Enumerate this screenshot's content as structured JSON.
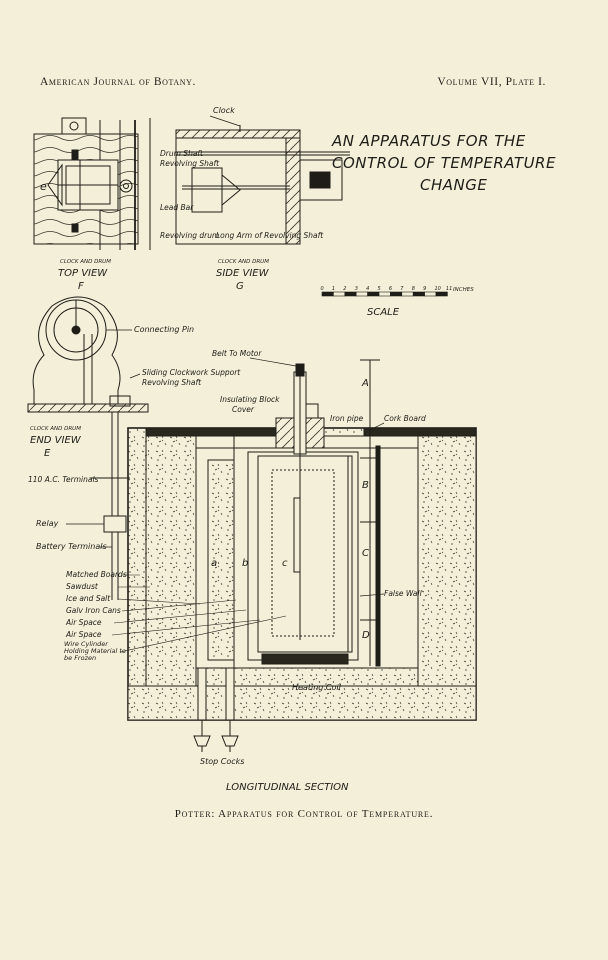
{
  "header": {
    "journal": "American Journal of Botany.",
    "volume": "Volume VII, Plate I."
  },
  "title_lines": [
    "AN APPARATUS FOR THE",
    "CONTROL OF TEMPERATURE",
    "CHANGE"
  ],
  "views": {
    "top": {
      "small": "CLOCK AND DRUM",
      "name": "TOP VIEW",
      "letter": "F"
    },
    "side": {
      "small": "CLOCK AND DRUM",
      "name": "SIDE VIEW",
      "letter": "G"
    },
    "end": {
      "small": "CLOCK AND DRUM",
      "name": "END VIEW",
      "letter": "E"
    }
  },
  "side_labels": {
    "clock": "Clock",
    "drum_shaft": "Drum Shaft",
    "revolving_shaft": "Revolving Shaft",
    "lead_bar": "Lead Bar",
    "revolving_drum": "Revolving drum",
    "long_arm": "Long Arm of Revolving Shaft"
  },
  "top_letter": "e",
  "scale": {
    "ticks": [
      "0",
      "1",
      "2",
      "3",
      "4",
      "5",
      "6",
      "7",
      "8",
      "9",
      "10",
      "11"
    ],
    "unit": "INCHES",
    "label": "SCALE"
  },
  "labels": {
    "connecting_pin": "Connecting Pin",
    "belt": "Belt To Motor",
    "sliding": "Sliding Clockwork Support",
    "revolving_shaft2": "Revolving Shaft",
    "insulating_block": "Insulating Block",
    "cover": "Cover",
    "iron_pipe": "Iron pipe",
    "cork_board": "Cork Board",
    "ac_terminals": "110 A.C. Terminals",
    "relay": "Relay",
    "battery": "Battery Terminals",
    "matched_boards": "Matched Boards",
    "sawdust": "Sawdust",
    "ice_salt": "Ice and Salt",
    "galv_cans": "Galv Iron Cans",
    "air_space1": "Air Space",
    "air_space2": "Air Space",
    "wire_cylinder": "Wire Cylinder Holding Material to be Frozen",
    "false_wall": "False Wall",
    "heating_coil": "Heating Coil",
    "stop_cocks": "Stop Cocks",
    "dim_a": "A",
    "dim_b": "B",
    "dim_c": "C",
    "dim_d": "D",
    "inner_a": "a",
    "inner_b": "b",
    "inner_c": "c"
  },
  "section_title": "LONGITUDINAL SECTION",
  "caption": "Potter: Apparatus for Control of Temperature."
}
